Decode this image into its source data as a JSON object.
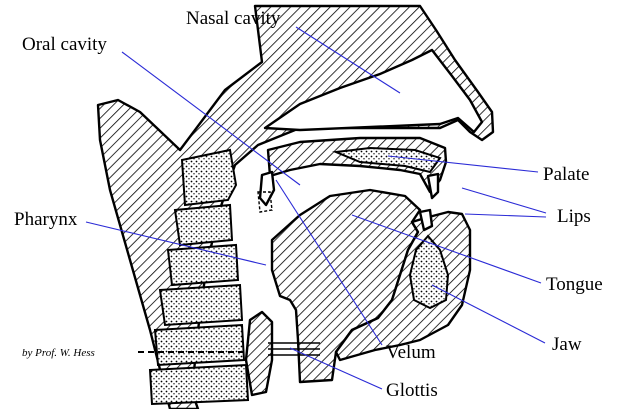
{
  "figure": {
    "labels": {
      "nasal_cavity": "Nasal cavity",
      "oral_cavity": "Oral cavity",
      "palate": "Palate",
      "lips": "Lips",
      "pharynx": "Pharynx",
      "tongue": "Tongue",
      "jaw": "Jaw",
      "velum": "Velum",
      "glottis": "Glottis"
    },
    "credit": "by Prof. W. Hess",
    "colors": {
      "leader_lines": "#2b2bd6",
      "outline": "#000000",
      "background": "#ffffff"
    }
  }
}
